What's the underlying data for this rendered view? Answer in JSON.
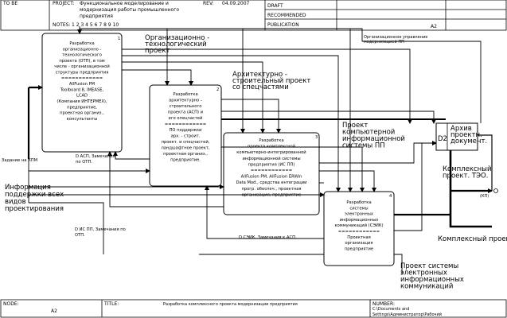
{
  "header": {
    "used_at": "TO BE",
    "project_label": "PROJECT:",
    "project_text_1": "Функциональное моделирование и",
    "project_text_2": "модернизация работы промышленного",
    "project_text_3": "предприятия",
    "rev_label": "REV:",
    "rev_date": "04.09.2007",
    "notes_label": "NOTES:",
    "notes_numbers": "1 2 3 4 5 6 7 8 9 10",
    "status": [
      "DRAFT",
      "RECOMMENDED",
      "PUBLICATION"
    ],
    "corner_code": "A2"
  },
  "boxes": [
    {
      "number": "1",
      "lines": [
        "Разработка",
        "организационно -",
        "технологического",
        "проекта (ОТП), в том",
        "числе - организационной",
        "структуры предприятия",
        "============",
        "AllFusion PM",
        "Toolboard 8, IMEASE,",
        "LCAD",
        "(Компания ИНТЕРМЕХ),",
        "предприятие,",
        "проектная организ.,",
        "консультанты"
      ]
    },
    {
      "number": "2",
      "lines": [
        "Разработка",
        "архитектурно -",
        "строительного",
        "проекта (АСП) и",
        "его опецчастей",
        "============",
        "ПО поддержки",
        "арх. - строит.",
        "проект. и спецчастей,",
        "ландшафтное проект,",
        "проектная организ.,",
        "предприятие."
      ]
    },
    {
      "number": "3",
      "lines": [
        "Разработка",
        "проекта комплексной",
        "компьютерно-интегрированной",
        "информационной системы",
        "предприятия (ИС ПП)",
        "============",
        "AllFusion PM, AllFusion ERWin",
        "Data Mod., средства интеграции",
        "прогр. обеспеч., проектная",
        "организация, предприятие"
      ]
    },
    {
      "number": "4",
      "lines": [
        "Разработка",
        "системы",
        "электронных",
        "информационных",
        "коммуникаций (СЭИК)",
        "============",
        "Проектная",
        "организация",
        "предприятие"
      ]
    }
  ],
  "labels": {
    "org_project": [
      "Организационно -",
      "технологический",
      "проект"
    ],
    "arch_project": [
      "Архитектурно -",
      "строительный проект",
      "со спецчастями"
    ],
    "enterprise_mgmt": [
      "Организационное управление",
      "модернизацией ПП"
    ],
    "computer_is": [
      "Проект",
      "компьютерной",
      "информационной",
      "системы ПП"
    ],
    "archive": [
      "Архив",
      "проектн.",
      "документ."
    ],
    "archive_code": "D2",
    "complex_t3o": [
      "Комплексный",
      "проект. ТЭО."
    ],
    "complex_project": "Комплексный проект",
    "eic_project": [
      "Проект системы",
      "электронных",
      "информационных",
      "коммуникаций"
    ],
    "task": "Задание на КПМ",
    "info_support": [
      "Информация",
      "поддержки всех",
      "видов",
      "проектирования"
    ],
    "remarks_acp": [
      "D АСП, Замечания",
      "по ОТП."
    ],
    "remarks_isp": [
      "D ИС ПП, Замечания по",
      "ОТП."
    ],
    "remarks_seik": "D СЭИК, Замечания к АСП.",
    "tunnel": "(КП)"
  },
  "footer": {
    "node_label": "NODE:",
    "node_value": "A2",
    "title_label": "TITLE:",
    "title_value": "Разработка комплексного проекта модернизации предприятия",
    "number_label": "NUMBER:",
    "number_line_1": "C:\\Documents and",
    "number_line_2": "Settings\\Администратор\\Рабочий"
  }
}
